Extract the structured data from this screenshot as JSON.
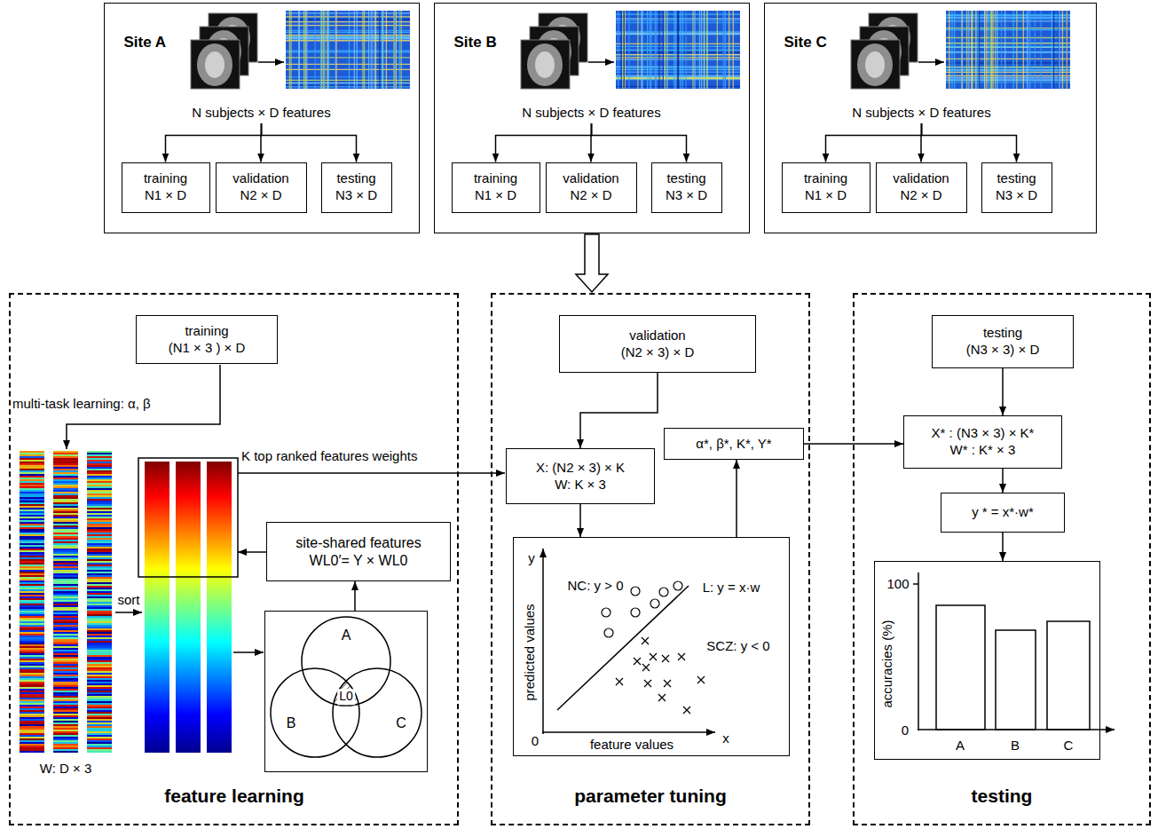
{
  "diagram": {
    "nodes": [
      {
        "text": [
          "Site A",
          "N subjects × D features"
        ]
      },
      {
        "text": [
          "training",
          "N1 × D"
        ],
        "in": 0
      },
      {
        "text": [
          "validation",
          "N2 × D"
        ],
        "in": 0
      },
      {
        "text": [
          "testing",
          "N3 × D"
        ],
        "in": 0
      },
      {
        "text": [
          "Site B",
          "N subjects × D features"
        ]
      },
      {
        "text": [
          "training",
          "N1 × D"
        ],
        "in": 4
      },
      {
        "text": [
          "validation",
          "N2 × D"
        ],
        "in": 4
      },
      {
        "text": [
          "testing",
          "N3 × D"
        ],
        "in": 4
      },
      {
        "text": [
          "Site C",
          "N subjects × D features"
        ]
      },
      {
        "text": [
          "training",
          "N1 × D"
        ],
        "in": 8
      },
      {
        "text": [
          "validation",
          "N2 × D"
        ],
        "in": 8
      },
      {
        "text": [
          "testing",
          "N3 × D"
        ],
        "in": 8
      },
      {
        "text": [
          "feature learning"
        ]
      },
      {
        "text": [
          "training",
          "(N1 × 3 ) × D"
        ],
        "in": 12
      },
      {
        "text": [
          "site-shared features",
          "WL0′= Y × WL0"
        ],
        "in": 12
      },
      {
        "text": [
          "A",
          "B",
          "C",
          "L0"
        ],
        "in": 12
      },
      {
        "text": [
          "parameter tuning"
        ]
      },
      {
        "text": [
          "validation",
          "(N2 × 3) × D"
        ],
        "in": 16
      },
      {
        "text": [
          "X: (N2 × 3) × K",
          "W: K × 3"
        ],
        "in": 16
      },
      {
        "text": [
          "α*, β*, K*, Y*"
        ],
        "in": 16
      },
      {
        "text": [
          "y",
          "predicted values",
          "0",
          "feature values",
          "x",
          "NC: y > 0",
          "L: y = x·w",
          "SCZ: y < 0"
        ],
        "in": 16
      },
      {
        "text": [
          "testing"
        ]
      },
      {
        "text": [
          "testing",
          "(N3 × 3) × D"
        ],
        "in": 21
      },
      {
        "text": [
          "X* : (N3 × 3) × K*",
          "W* : K* × 3"
        ],
        "in": 21
      },
      {
        "text": [
          "y * = x*·w*"
        ],
        "in": 21
      },
      {
        "text": [
          "100",
          "accuracies (%)",
          "0",
          "A",
          "B",
          "C"
        ],
        "in": 21
      }
    ],
    "edges": [
      {
        "from": 0,
        "to": 1,
        "arrow": "to"
      },
      {
        "from": 0,
        "to": 2,
        "arrow": "to"
      },
      {
        "from": 0,
        "to": 3,
        "arrow": "to"
      },
      {
        "from": 4,
        "to": 5,
        "arrow": "to"
      },
      {
        "from": 4,
        "to": 6,
        "arrow": "to"
      },
      {
        "from": 4,
        "to": 7,
        "arrow": "to"
      },
      {
        "from": 8,
        "to": 9,
        "arrow": "to"
      },
      {
        "from": 8,
        "to": 10,
        "arrow": "to"
      },
      {
        "from": 8,
        "to": 11,
        "arrow": "to"
      },
      {
        "from": 4,
        "to": 16,
        "arrow": "to"
      },
      {
        "from": 15,
        "to": 14,
        "arrow": "to"
      },
      {
        "from": 17,
        "to": 18,
        "arrow": "to"
      },
      {
        "from": 18,
        "to": 20,
        "arrow": "to"
      },
      {
        "from": 20,
        "to": 19,
        "arrow": "to"
      },
      {
        "from": 19,
        "to": 23,
        "arrow": "to"
      },
      {
        "from": 22,
        "to": 23,
        "arrow": "to"
      },
      {
        "from": 23,
        "to": 24,
        "arrow": "to"
      },
      {
        "from": 24,
        "to": 25,
        "arrow": "to"
      }
    ],
    "labels": [
      "multi-task learning: α, β",
      "K top ranked features weights",
      "sort",
      "W: D × 3"
    ]
  }
}
